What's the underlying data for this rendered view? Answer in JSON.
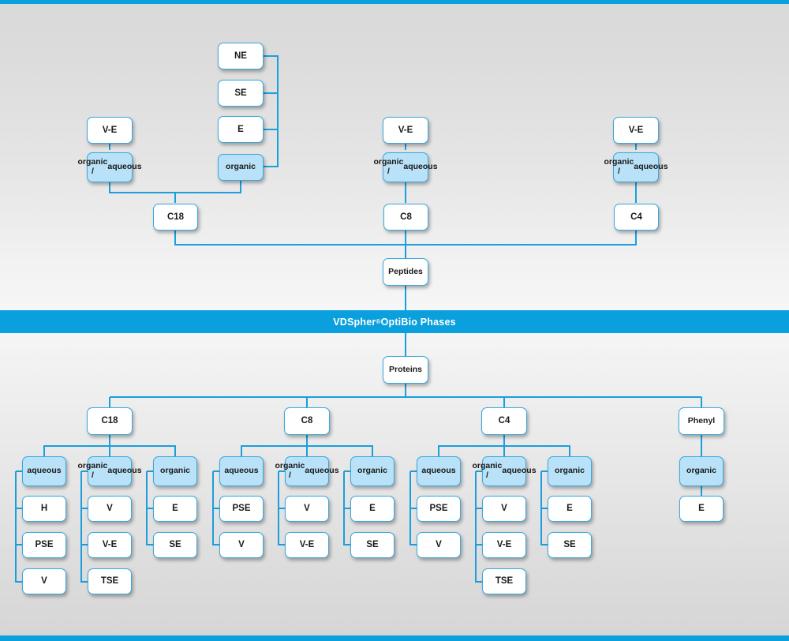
{
  "banner": {
    "brand": "VDSpher",
    "registered": "®",
    "rest": " OptiBio Phases"
  },
  "diagram": {
    "type": "hierarchy-tree",
    "accent_color": "#0aa0de",
    "node_border_color": "#38a8de",
    "node_fill_white": "#ffffff",
    "node_fill_blue": "#b9e1f7",
    "background_top": "#e2e2e2",
    "background_bottom": "#e8e8e8"
  },
  "peptides": {
    "root_label": "Peptides",
    "columns": [
      {
        "phase": "C18",
        "groups": [
          {
            "label_line1": "organic /",
            "label_line2": "aqueous",
            "highlight": true,
            "parent_label": "V-E",
            "children": []
          },
          {
            "label_line1": "organic",
            "label_line2": "",
            "highlight": true,
            "children": [
              "NE",
              "SE",
              "E"
            ]
          }
        ]
      },
      {
        "phase": "C8",
        "groups": [
          {
            "label_line1": "organic /",
            "label_line2": "aqueous",
            "highlight": true,
            "parent_label": "V-E",
            "children": []
          }
        ]
      },
      {
        "phase": "C4",
        "groups": [
          {
            "label_line1": "organic /",
            "label_line2": "aqueous",
            "highlight": true,
            "parent_label": "V-E",
            "children": []
          }
        ]
      }
    ]
  },
  "proteins": {
    "root_label": "Proteins",
    "columns": [
      {
        "phase": "C18",
        "groups": [
          {
            "label_line1": "aqueous",
            "label_line2": "",
            "children": [
              "H",
              "PSE",
              "V"
            ]
          },
          {
            "label_line1": "organic /",
            "label_line2": "aqueous",
            "children": [
              "V",
              "V-E",
              "TSE"
            ]
          },
          {
            "label_line1": "organic",
            "label_line2": "",
            "children": [
              "E",
              "SE"
            ]
          }
        ]
      },
      {
        "phase": "C8",
        "groups": [
          {
            "label_line1": "aqueous",
            "label_line2": "",
            "children": [
              "PSE",
              "V"
            ]
          },
          {
            "label_line1": "organic /",
            "label_line2": "aqueous",
            "children": [
              "V",
              "V-E"
            ]
          },
          {
            "label_line1": "organic",
            "label_line2": "",
            "children": [
              "E",
              "SE"
            ]
          }
        ]
      },
      {
        "phase": "C4",
        "groups": [
          {
            "label_line1": "aqueous",
            "label_line2": "",
            "children": [
              "PSE",
              "V"
            ]
          },
          {
            "label_line1": "organic /",
            "label_line2": "aqueous",
            "children": [
              "V",
              "V-E",
              "TSE"
            ]
          },
          {
            "label_line1": "organic",
            "label_line2": "",
            "children": [
              "E",
              "SE"
            ]
          }
        ]
      },
      {
        "phase": "Phenyl",
        "groups": [
          {
            "label_line1": "organic",
            "label_line2": "",
            "children": [
              "E"
            ]
          }
        ]
      }
    ]
  },
  "labels": {
    "ne": "NE",
    "se": "SE",
    "e": "E",
    "organic": "organic",
    "organic_aqueous_l1": "organic /",
    "organic_aqueous_l2": "aqueous",
    "aqueous": "aqueous",
    "ve": "V-E",
    "v": "V",
    "h": "H",
    "pse": "PSE",
    "tse": "TSE",
    "c18": "C18",
    "c8": "C8",
    "c4": "C4",
    "phenyl": "Phenyl",
    "peptides": "Peptides",
    "proteins": "Proteins"
  }
}
